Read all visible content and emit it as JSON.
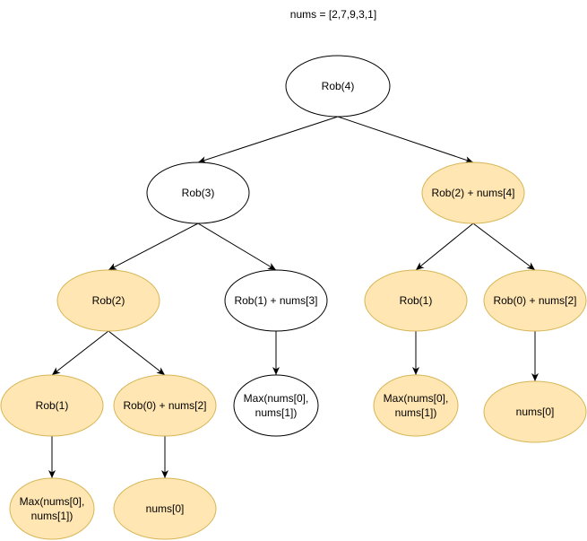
{
  "title": "nums = [2,7,9,3,1]",
  "nodes": {
    "rob4": {
      "lines": [
        "Rob(4)"
      ],
      "style": "white"
    },
    "rob3": {
      "lines": [
        "Rob(3)"
      ],
      "style": "white"
    },
    "rob2_nums4": {
      "lines": [
        "Rob(2) + nums[4]"
      ],
      "style": "orange"
    },
    "rob2": {
      "lines": [
        "Rob(2)"
      ],
      "style": "orange"
    },
    "rob1_nums3": {
      "lines": [
        "Rob(1) + nums[3]"
      ],
      "style": "white"
    },
    "rob1_right": {
      "lines": [
        "Rob(1)"
      ],
      "style": "orange"
    },
    "rob0_nums2_right": {
      "lines": [
        "Rob(0) + nums[2]"
      ],
      "style": "orange"
    },
    "rob1_left": {
      "lines": [
        "Rob(1)"
      ],
      "style": "orange"
    },
    "rob0_nums2_left": {
      "lines": [
        "Rob(0) + nums[2]"
      ],
      "style": "orange"
    },
    "max_mid": {
      "lines": [
        "Max(nums[0],",
        "nums[1])"
      ],
      "style": "white"
    },
    "max_right": {
      "lines": [
        "Max(nums[0],",
        "nums[1])"
      ],
      "style": "orange"
    },
    "nums0_right": {
      "lines": [
        "nums[0]"
      ],
      "style": "orange"
    },
    "max_left": {
      "lines": [
        "Max(nums[0],",
        "nums[1])"
      ],
      "style": "orange"
    },
    "nums0_left": {
      "lines": [
        "nums[0]"
      ],
      "style": "orange"
    }
  },
  "edges": [
    [
      "rob4",
      "rob3"
    ],
    [
      "rob4",
      "rob2_nums4"
    ],
    [
      "rob3",
      "rob2"
    ],
    [
      "rob3",
      "rob1_nums3"
    ],
    [
      "rob2_nums4",
      "rob1_right"
    ],
    [
      "rob2_nums4",
      "rob0_nums2_right"
    ],
    [
      "rob2",
      "rob1_left"
    ],
    [
      "rob2",
      "rob0_nums2_left"
    ],
    [
      "rob1_nums3",
      "max_mid"
    ],
    [
      "rob1_right",
      "max_right"
    ],
    [
      "rob0_nums2_right",
      "nums0_right"
    ],
    [
      "rob1_left",
      "max_left"
    ],
    [
      "rob0_nums2_left",
      "nums0_left"
    ]
  ]
}
